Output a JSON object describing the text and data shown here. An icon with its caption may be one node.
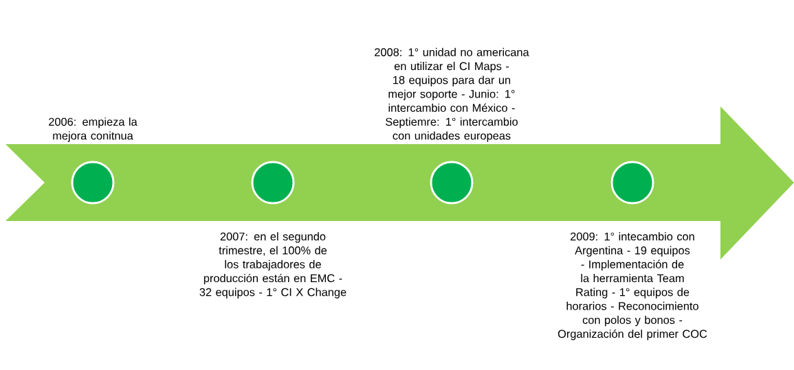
{
  "diagram": {
    "nodes": [
      {
        "text": [],
        "shape": "circle",
        "beside": [
          "2006: empieza la mejora conitnua"
        ]
      },
      {
        "text": [],
        "shape": "circle",
        "beside": [
          "2007: en el segundo trimestre, el 100% de los trabajadores de producción están en EMC - 32 equipos - 1° CI X Change"
        ]
      },
      {
        "text": [],
        "shape": "circle",
        "beside": [
          "2008: 1° unidad no americana en utilizar el CI Maps - 18 equipos para dar un mejor soporte - Junio: 1° intercambio con México - Septiemre: 1° intercambio con unidades europeas"
        ]
      },
      {
        "text": [],
        "shape": "circle",
        "beside": [
          "2009: 1° intecambio con Argentina - 19 equipos - Implementación de la herramienta Team Rating - 1° equipos de horarios - Reconocimiento con polos y bonos - Organización del primer COC"
        ]
      }
    ]
  }
}
